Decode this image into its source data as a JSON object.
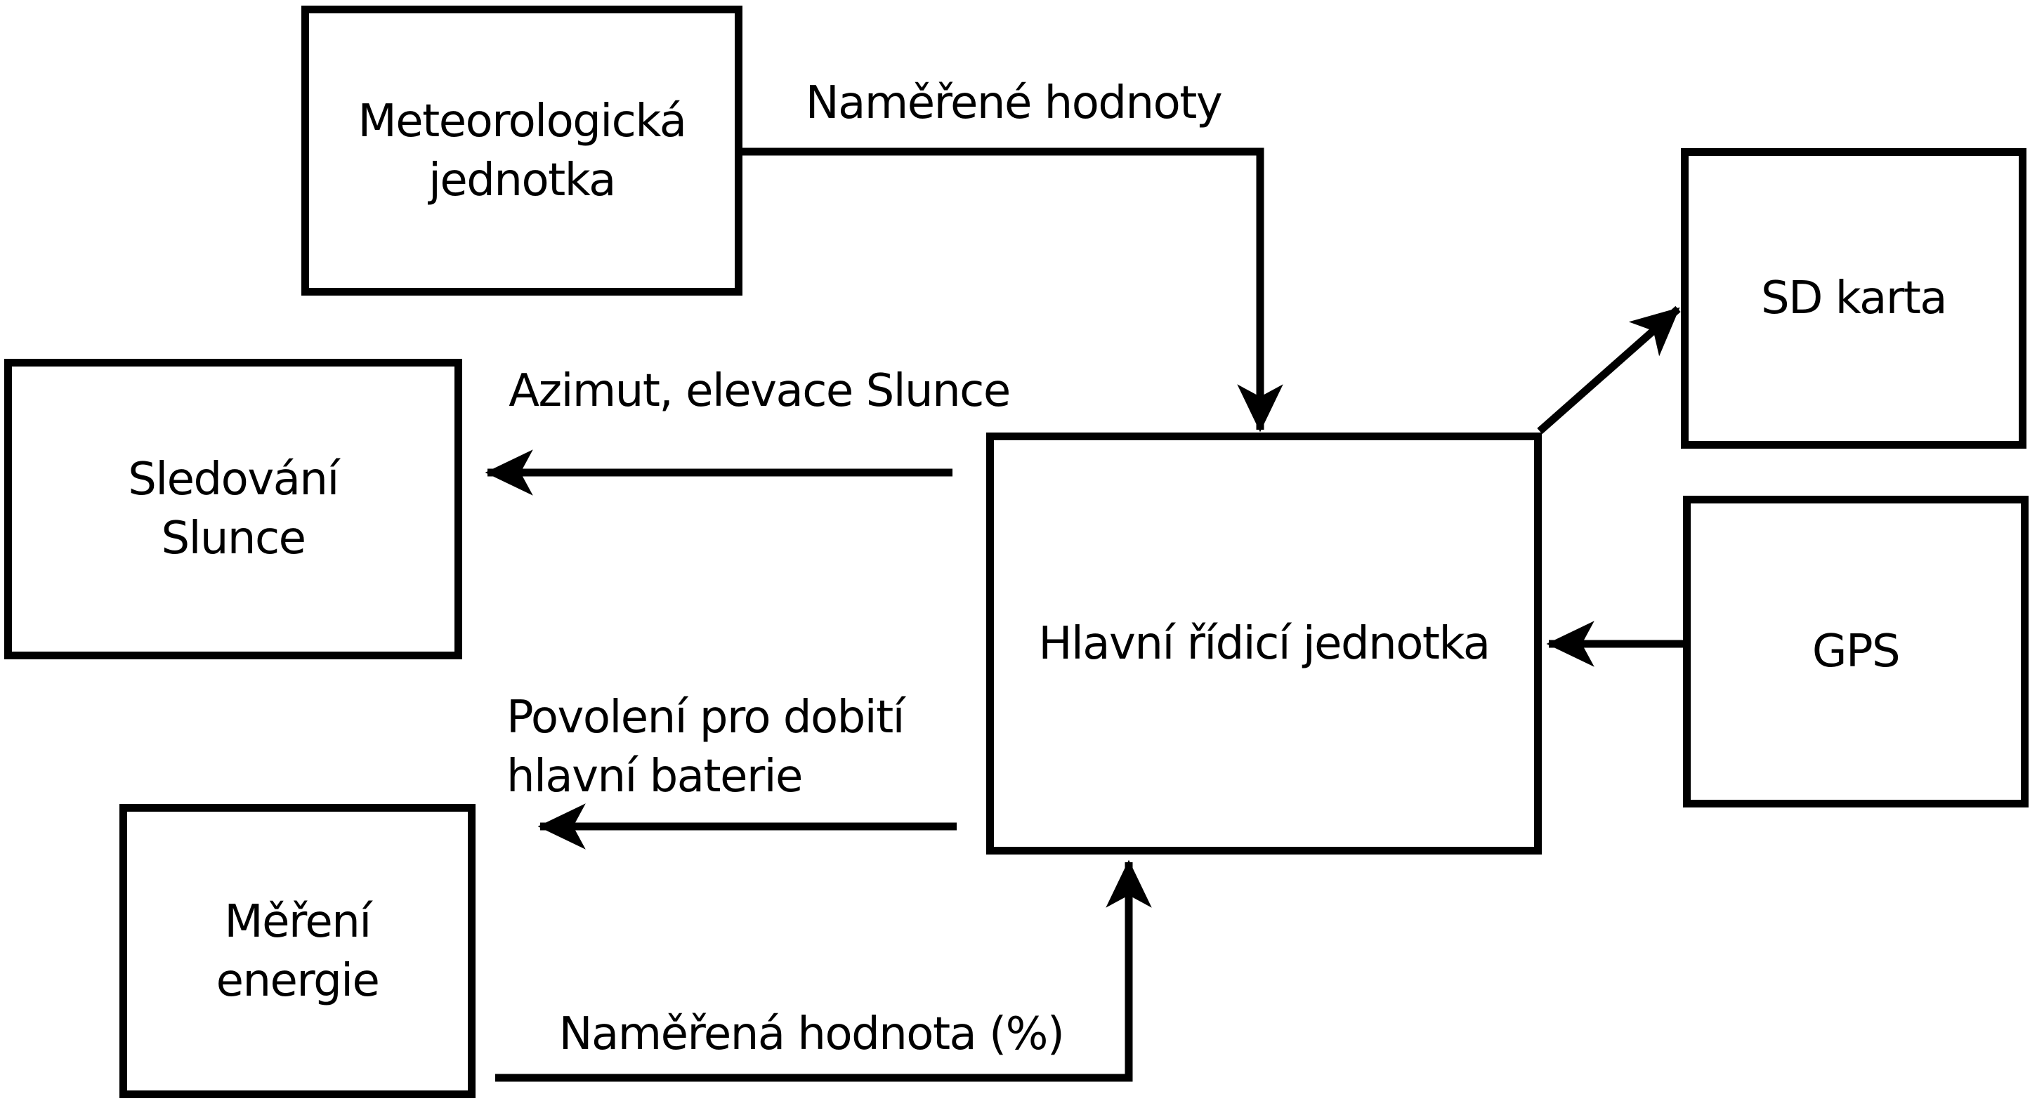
{
  "diagram": {
    "background_color": "#ffffff",
    "stroke_color": "#000000",
    "nodes": {
      "meteo": {
        "label": "Meteorologická\njednotka"
      },
      "sd": {
        "label": "SD karta"
      },
      "sun": {
        "label": "Sledování\nSlunce"
      },
      "main": {
        "label": "Hlavní řídicí jednotka"
      },
      "gps": {
        "label": "GPS"
      },
      "energy": {
        "label": "Měření\nenergie"
      }
    },
    "edges": {
      "measured_values": {
        "from": "meteo",
        "to": "main",
        "label": "Naměřené hodnoty"
      },
      "azimuth_elevation": {
        "from": "main",
        "to": "sun",
        "label": "Azimut, elevace Slunce"
      },
      "sd_write": {
        "from": "main",
        "to": "sd",
        "label": ""
      },
      "gps_data": {
        "from": "gps",
        "to": "main",
        "label": ""
      },
      "charge_permission": {
        "from": "main",
        "to": "energy",
        "label": "Povolení pro dobití\nhlavní baterie"
      },
      "measured_percent": {
        "from": "energy",
        "to": "main",
        "label": "Naměřená hodnota (%)"
      }
    }
  }
}
